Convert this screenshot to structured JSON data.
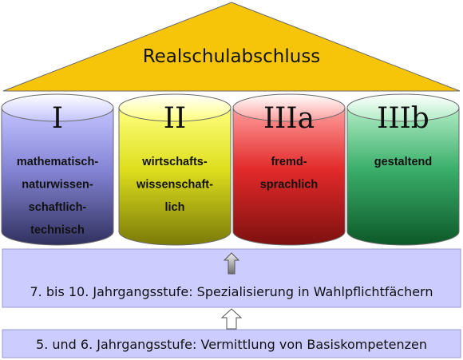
{
  "roof": {
    "title": "Realschulabschluss",
    "color": "#f6c50a"
  },
  "pillars": [
    {
      "numeral": "I",
      "lines": [
        "mathematisch-",
        "naturwissen-",
        "schaftlich-",
        "technisch"
      ],
      "light": "#c3c3ff",
      "mid": "#8585d6",
      "dark": "#30305e"
    },
    {
      "numeral": "II",
      "lines": [
        "wirtschafts-",
        "wissenschaft-",
        "lich"
      ],
      "light": "#ffff7e",
      "mid": "#dede1e",
      "dark": "#7a7a08"
    },
    {
      "numeral": "IIIa",
      "lines": [
        "fremd-",
        "sprachlich"
      ],
      "light": "#ff9d9d",
      "mid": "#e32a2a",
      "dark": "#7d1010"
    },
    {
      "numeral": "IIIb",
      "lines": [
        "gestaltend"
      ],
      "light": "#b0ecc4",
      "mid": "#3aae6a",
      "dark": "#0c5828"
    }
  ],
  "bands": {
    "upper": "7. bis 10. Jahrgangsstufe: Spezialisierung in Wahlpflichtfächern",
    "lower": "5. und 6. Jahrgangsstufe: Vermittlung von Basiskompetenzen",
    "fill": "#ccccff",
    "stroke": "#9a9ad0"
  }
}
